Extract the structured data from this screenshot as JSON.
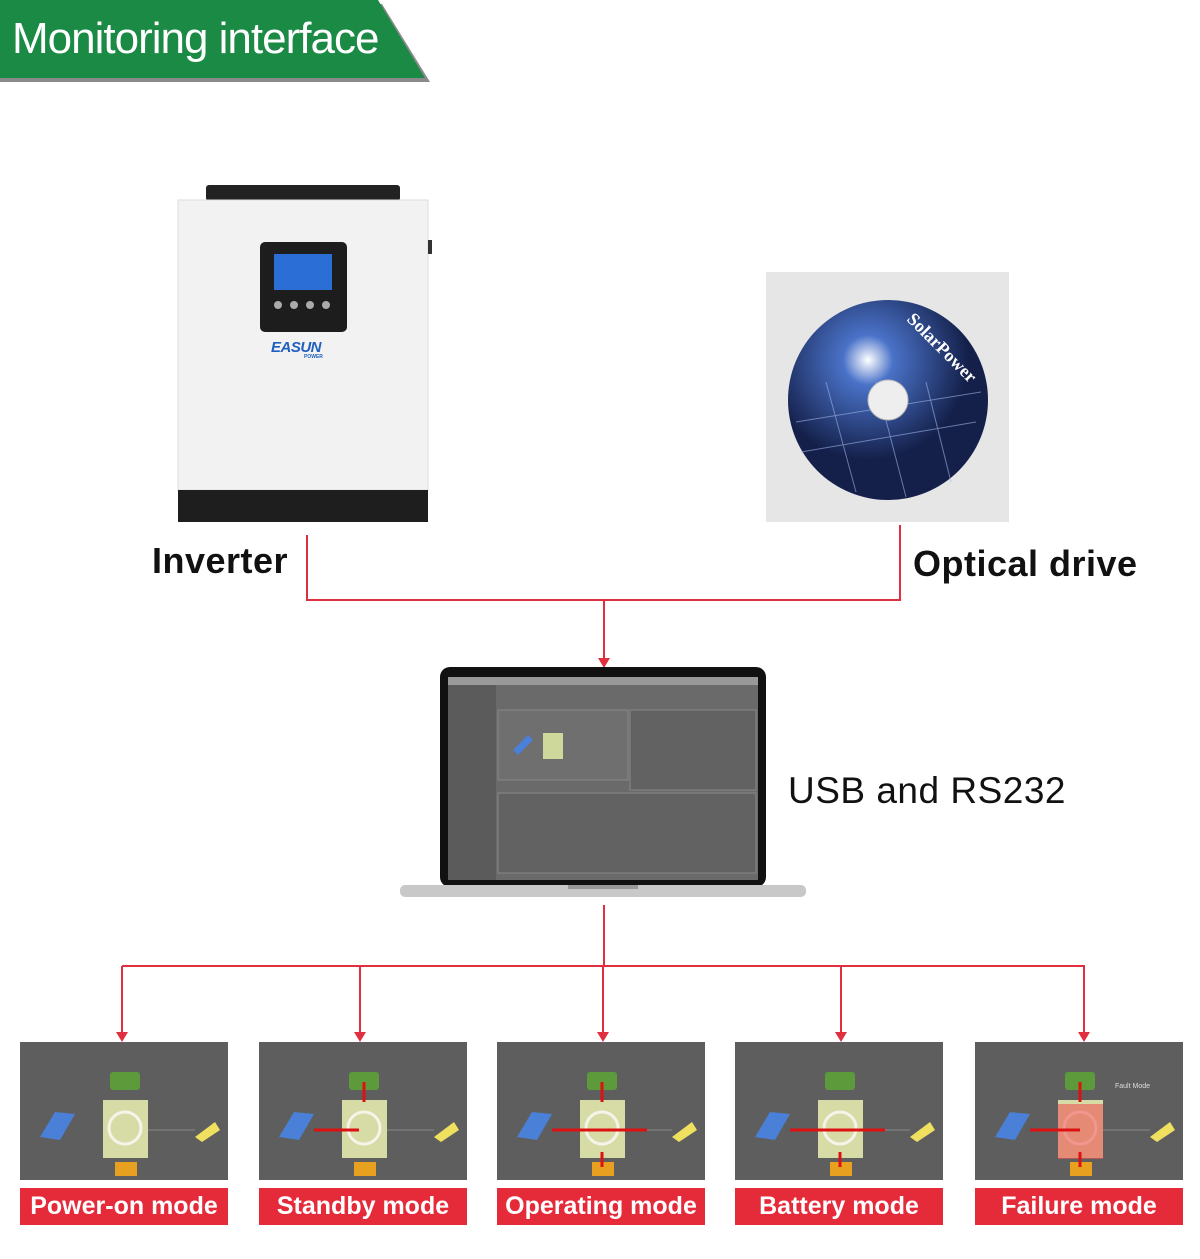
{
  "title": "Monitoring interface",
  "colors": {
    "banner": "#1a8a45",
    "line": "#e0303f",
    "label_bg": "#e52a3a"
  },
  "inverter": {
    "label": "Inverter",
    "brand": "EASUN",
    "brand_sub": "POWER"
  },
  "optical_drive": {
    "label": "Optical drive",
    "disc_text": "SolarPower"
  },
  "laptop": {
    "label": "USB and RS232"
  },
  "modes": [
    {
      "label": "Power-on mode"
    },
    {
      "label": "Standby mode"
    },
    {
      "label": "Operating mode"
    },
    {
      "label": "Battery mode"
    },
    {
      "label": "Failure mode",
      "caption": "Fault Mode"
    }
  ]
}
